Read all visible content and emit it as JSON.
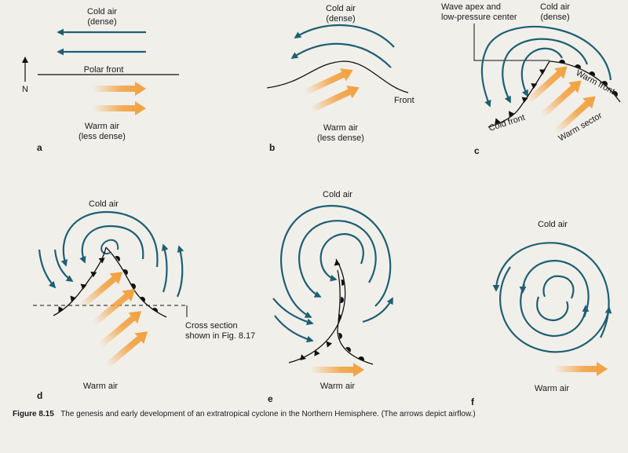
{
  "figure": {
    "number": "Figure 8.15",
    "caption": "The genesis and early development of an extratropical cyclone in the Northern Hemisphere. (The arrows depict airflow.)"
  },
  "panels": {
    "a": {
      "letter": "a",
      "cold_air": "Cold air",
      "cold_sub": "(dense)",
      "polar_front": "Polar front",
      "north": "N",
      "warm_air": "Warm air",
      "warm_sub": "(less dense)"
    },
    "b": {
      "letter": "b",
      "cold_air": "Cold air",
      "cold_sub": "(dense)",
      "front": "Front",
      "warm_air": "Warm air",
      "warm_sub": "(less dense)"
    },
    "c": {
      "letter": "c",
      "wave_apex_1": "Wave apex and",
      "wave_apex_2": "low-pressure center",
      "cold_air": "Cold air",
      "cold_sub": "(dense)",
      "warm_front": "Warm front",
      "cold_front": "Cold front",
      "warm_sector": "Warm sector"
    },
    "d": {
      "letter": "d",
      "cold_air": "Cold air",
      "warm_air": "Warm air",
      "cross_1": "Cross section",
      "cross_2": "shown in Fig. 8.17"
    },
    "e": {
      "letter": "e",
      "cold_air": "Cold air",
      "warm_air": "Warm air"
    },
    "f": {
      "letter": "f",
      "cold_air": "Cold air",
      "warm_air": "Warm air"
    }
  },
  "colors": {
    "cold_arrow": "#1e5f74",
    "warm_arrow": "#f2a03d",
    "front": "#111111"
  }
}
